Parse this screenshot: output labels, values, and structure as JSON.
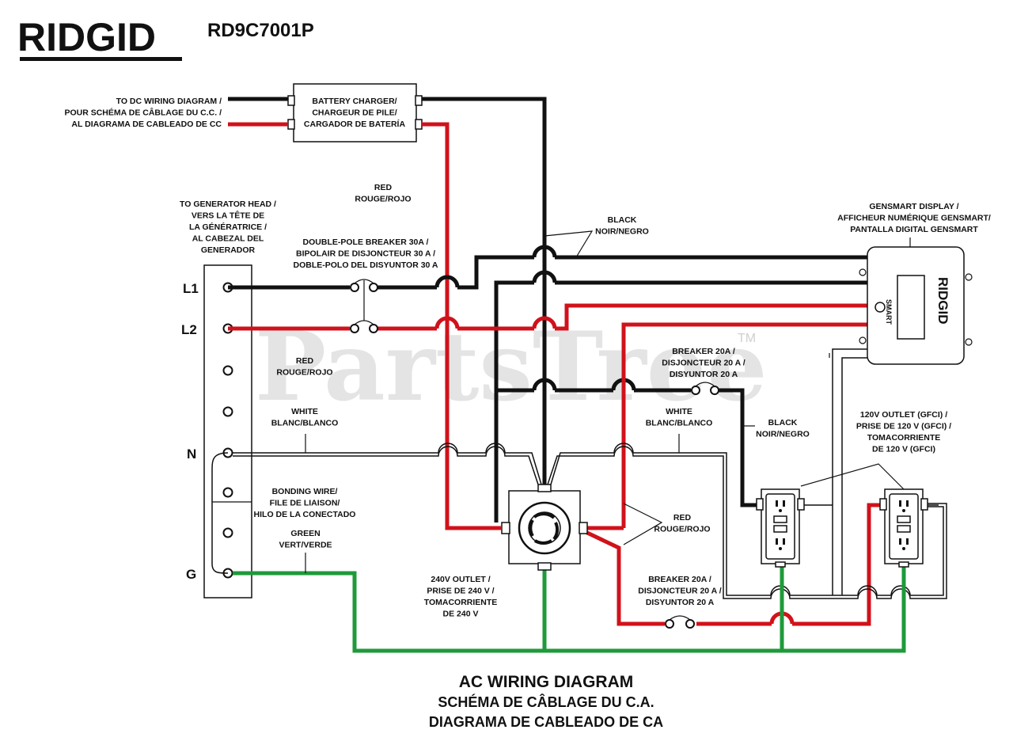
{
  "header": {
    "brand": "RIDGID",
    "model": "RD9C7001P"
  },
  "watermark": {
    "text": "PartsTree",
    "tm": "TM"
  },
  "terminals": {
    "l1": "L1",
    "l2": "L2",
    "n": "N",
    "g": "G"
  },
  "labels": {
    "dc_link": [
      "TO DC WIRING DIAGRAM /",
      "POUR SCHÉMA DE CÂBLAGE DU C.C. /",
      "AL DIAGRAMA DE CABLEADO DE CC"
    ],
    "charger": [
      "BATTERY CHARGER/",
      "CHARGEUR DE PILE/",
      "CARGADOR DE BATERÍA"
    ],
    "red_top": [
      "RED",
      "ROUGE/ROJO"
    ],
    "gen_head": [
      "TO GENERATOR HEAD /",
      "VERS LA TÊTE DE",
      "LA GÉNÉRATRICE /",
      "AL CABEZAL DEL",
      "GENERADOR"
    ],
    "dp_breaker": [
      "DOUBLE-POLE BREAKER 30A /",
      "BIPOLAIR DE DISJONCTEUR 30 A /",
      "DOBLE-POLO DEL DISYUNTOR 30 A"
    ],
    "black_top": [
      "BLACK",
      "NOIR/NEGRO"
    ],
    "gensmart": [
      "GENSMART DISPLAY /",
      "AFFICHEUR NUMÉRIQUE GENSMART/",
      "PANTALLA DIGITAL GENSMART"
    ],
    "red_left": [
      "RED",
      "ROUGE/ROJO"
    ],
    "breaker_upper": [
      "BREAKER 20A /",
      "DISJONCTEUR 20 A /",
      "DISYUNTOR 20 A"
    ],
    "white_left": [
      "WHITE",
      "BLANC/BLANCO"
    ],
    "white_mid": [
      "WHITE",
      "BLANC/BLANCO"
    ],
    "black_right": [
      "BLACK",
      "NOIR/NEGRO"
    ],
    "gfci": [
      "120V OUTLET (GFCI) /",
      "PRISE DE 120 V (GFCI) /",
      "TOMACORRIENTE",
      "DE 120 V (GFCI)"
    ],
    "bonding": [
      "BONDING WIRE/",
      "FILE DE LIAISON/",
      "HILO DE LA CONECTADO"
    ],
    "green": [
      "GREEN",
      "VERT/VERDE"
    ],
    "red_right": [
      "RED",
      "ROUGE/ROJO"
    ],
    "outlet240": [
      "240V OUTLET /",
      "PRISE DE 240 V /",
      "TOMACORRIENTE",
      "DE 240 V"
    ],
    "breaker_lower": [
      "BREAKER 20A /",
      "DISJONCTEUR 20 A /",
      "DISYUNTOR 20 A"
    ]
  },
  "title": {
    "line1": "AC WIRING DIAGRAM",
    "line2": "SCHÉMA DE CÂBLAGE DU C.A.",
    "line3": "DIAGRAMA DE CABLEADO DE CA"
  },
  "colors": {
    "hot_black": "#111111",
    "hot_red": "#d0121b",
    "ground": "#1e9a3a",
    "watermark": "#cfcfcf"
  }
}
